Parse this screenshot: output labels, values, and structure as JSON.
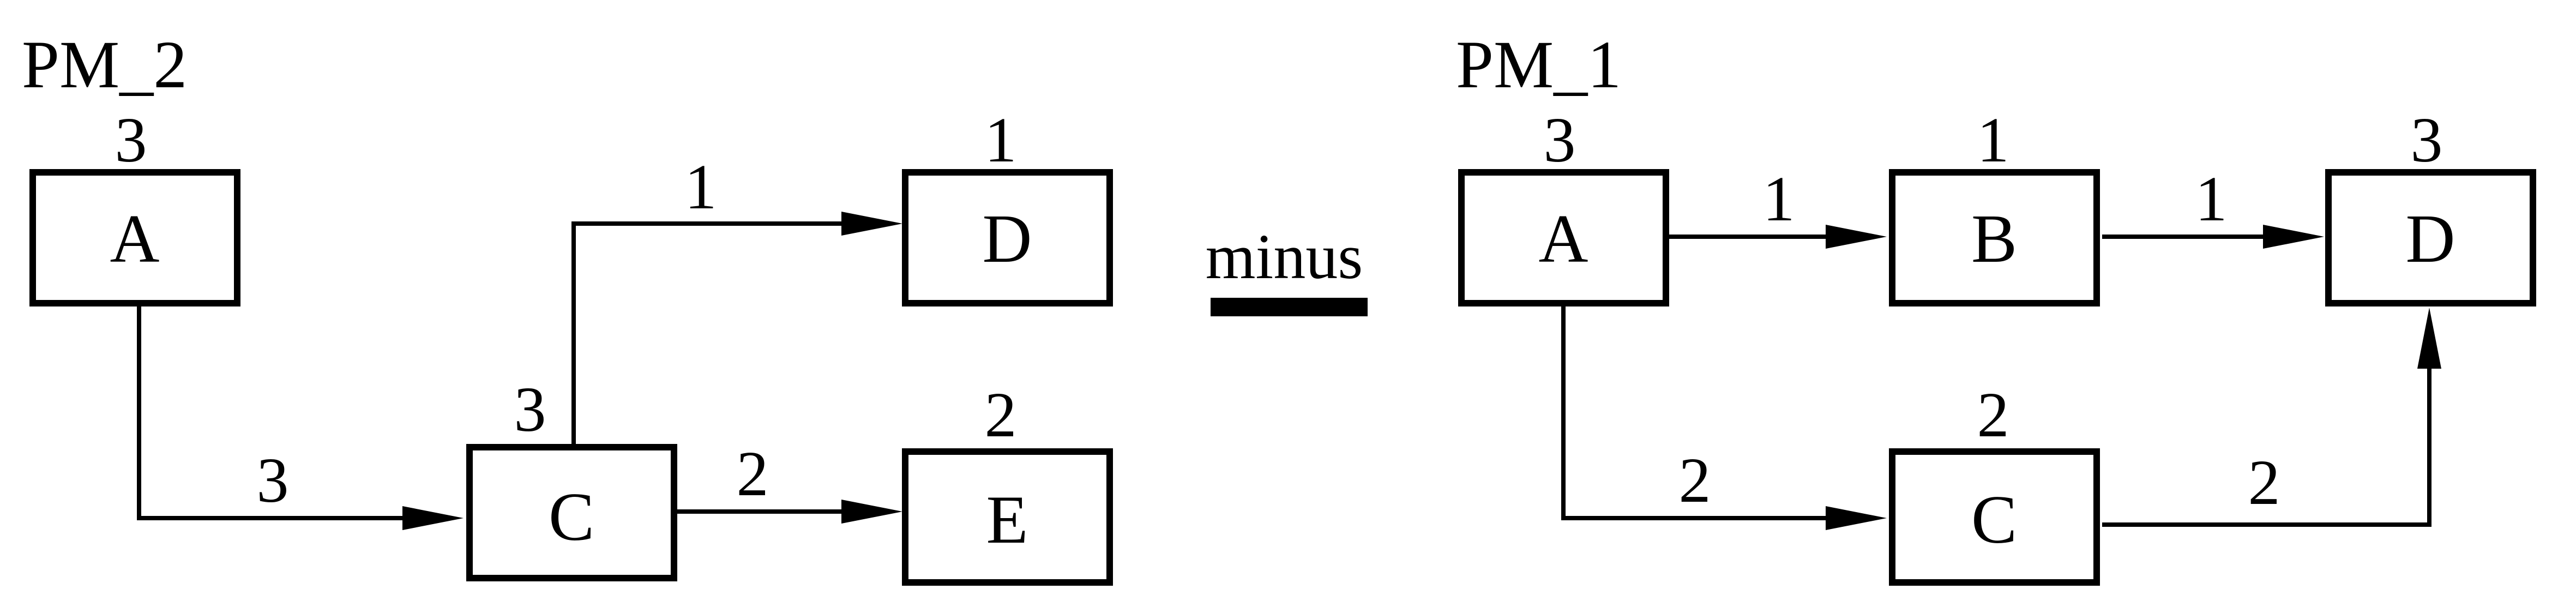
{
  "graphs": {
    "left": {
      "title": "PM_2",
      "nodes": {
        "A": {
          "label": "A",
          "weight": "3"
        },
        "C": {
          "label": "C",
          "weight": "3"
        },
        "D": {
          "label": "D",
          "weight": "1"
        },
        "E": {
          "label": "E",
          "weight": "2"
        }
      },
      "edges": {
        "A_C": {
          "weight": "3"
        },
        "C_D": {
          "weight": "1"
        },
        "C_E": {
          "weight": "2"
        }
      }
    },
    "right": {
      "title": "PM_1",
      "nodes": {
        "A": {
          "label": "A",
          "weight": "3"
        },
        "B": {
          "label": "B",
          "weight": "1"
        },
        "C": {
          "label": "C",
          "weight": "2"
        },
        "D": {
          "label": "D",
          "weight": "3"
        }
      },
      "edges": {
        "A_B": {
          "weight": "1"
        },
        "B_D": {
          "weight": "1"
        },
        "A_C": {
          "weight": "2"
        },
        "C_D": {
          "weight": "2"
        }
      }
    }
  },
  "operator": {
    "label": "minus"
  },
  "colors": {
    "stroke": "#000000",
    "background": "#ffffff"
  }
}
